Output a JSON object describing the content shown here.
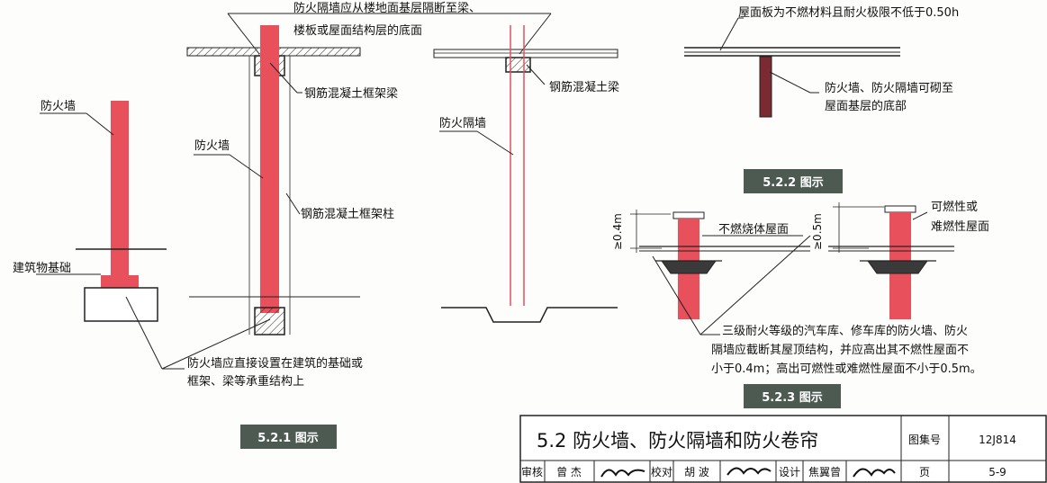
{
  "fig1": {
    "wall_label": "防火墙",
    "foundation_label": "建筑物基础",
    "note_line1": "防火墙应直接设置在建筑的基础或",
    "note_line2": "框架、梁等承重结构上",
    "caption": "5.2.1 图示"
  },
  "fig2": {
    "top_note_line1": "防火隔墙应从楼地面基层隔断至梁、",
    "top_note_line2": "楼板或屋面结构层的底面",
    "beam_label": "钢筋混凝土框架梁",
    "wall_label": "防火墙",
    "column_label": "钢筋混凝土框架柱",
    "beam_label_right": "钢筋混凝土梁",
    "partition_label": "防火隔墙"
  },
  "fig3": {
    "roof_note": "屋面板为不燃材料且耐火极限不低于0.50h",
    "wall_note_line1": "防火墙、防火隔墙可砌至",
    "wall_note_line2": "屋面基层的底部",
    "caption": "5.2.2 图示"
  },
  "fig4": {
    "dim_left": "≥0.4m",
    "dim_right": "≥0.5m",
    "noncombustible_roof": "不燃烧体屋面",
    "combustible_line1": "可燃性或",
    "combustible_line2": "难燃性屋面",
    "note_line1": "三级耐火等级的汽车库、修车库的防火墙、防火",
    "note_line2": "隔墙应截断其屋顶结构，并应高出其不燃性屋面不",
    "note_line3": "小于0.4m；高出可燃性或难燃性屋面不小于0.5m。",
    "caption": "5.2.3 图示"
  },
  "title_block": {
    "title": "5.2 防火墙、防火隔墙和防火卷帘",
    "atlas_label": "图集号",
    "atlas_no": "12J814",
    "review_label": "审核",
    "reviewer": "曾 杰",
    "check_label": "校对",
    "checker": "胡 波",
    "design_label": "设计",
    "designer": "焦翼曾",
    "page_label": "页",
    "page_no": "5-9"
  },
  "colors": {
    "wall_red": "#e8505c",
    "caption_bg": "#4d5a52",
    "caption_fg": "#ffffff"
  }
}
